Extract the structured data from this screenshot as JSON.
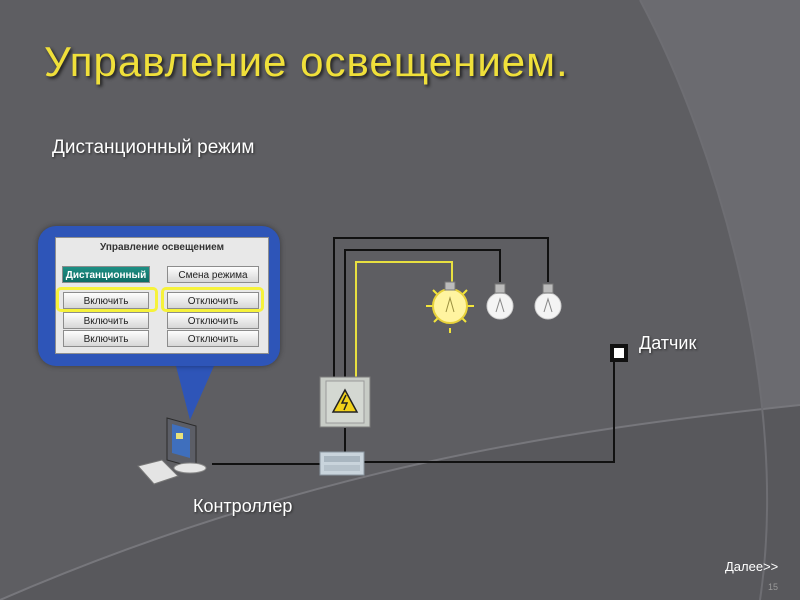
{
  "slide": {
    "title": "Управление освещением.",
    "subtitle": "Дистанционный режим",
    "next_link": "Далее>>",
    "page_number": "15"
  },
  "panel": {
    "title": "Управление освещением",
    "mode_button": "Дистанционный",
    "change_mode_button": "Смена режима",
    "rows": [
      {
        "on": "Включить",
        "off": "Отключить"
      },
      {
        "on": "Включить",
        "off": "Отключить"
      },
      {
        "on": "Включить",
        "off": "Отключить"
      }
    ]
  },
  "diagram": {
    "controller_label": "Контроллер",
    "sensor_label": "Датчик",
    "lamps": [
      {
        "name": "lamp-1",
        "state": "on"
      },
      {
        "name": "lamp-2",
        "state": "off"
      },
      {
        "name": "lamp-3",
        "state": "off"
      }
    ]
  },
  "colors": {
    "background": "#5e5e62",
    "title": "#f0e03a",
    "panel_bubble": "#2e55b8",
    "highlight": "#f6f23a",
    "active_button": "#0e6c64"
  }
}
